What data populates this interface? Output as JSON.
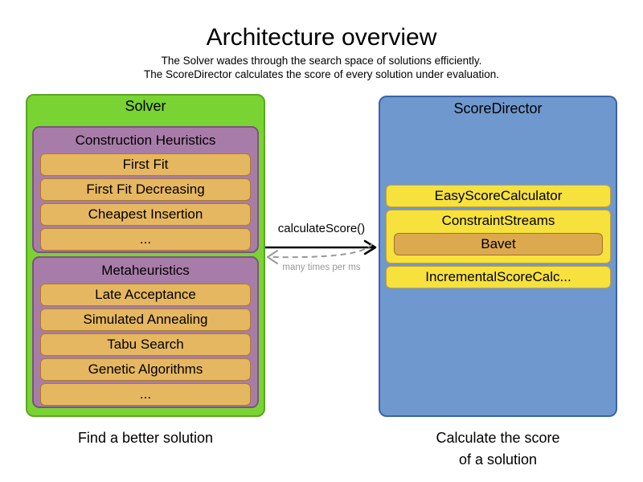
{
  "header": {
    "title": "Architecture overview",
    "subtitle1": "The Solver wades through the search space of solutions efficiently.",
    "subtitle2": "The ScoreDirector calculates the score of every solution under evaluation."
  },
  "solver": {
    "header": "Solver",
    "caption": "Find a better solution",
    "groups": [
      {
        "header": "Construction Heuristics",
        "items": [
          "First Fit",
          "First Fit Decreasing",
          "Cheapest Insertion",
          "..."
        ]
      },
      {
        "header": "Metaheuristics",
        "items": [
          "Late Acceptance",
          "Simulated Annealing",
          "Tabu Search",
          "Genetic Algorithms",
          "..."
        ]
      }
    ]
  },
  "scoredirector": {
    "header": "ScoreDirector",
    "caption_line1": "Calculate the score",
    "caption_line2": "of a solution",
    "easy_calculator": "EasyScoreCalculator",
    "constraint_streams": "ConstraintStreams",
    "bavet": "Bavet",
    "incremental_calculator": "IncrementalScoreCalc..."
  },
  "arrows": {
    "call_label": "calculateScore()",
    "frequency_label": "many times per ms"
  },
  "colors": {
    "solver_green": "#79d332",
    "heuristic_purple": "#a87ca8",
    "algorithm_orange": "#e6b761",
    "scoredirector_blue": "#6f98ce",
    "calculator_yellow": "#f6e13d",
    "bavet_orange": "#dda94e",
    "arrow_black": "#000000",
    "return_arrow_gray": "#999999"
  }
}
